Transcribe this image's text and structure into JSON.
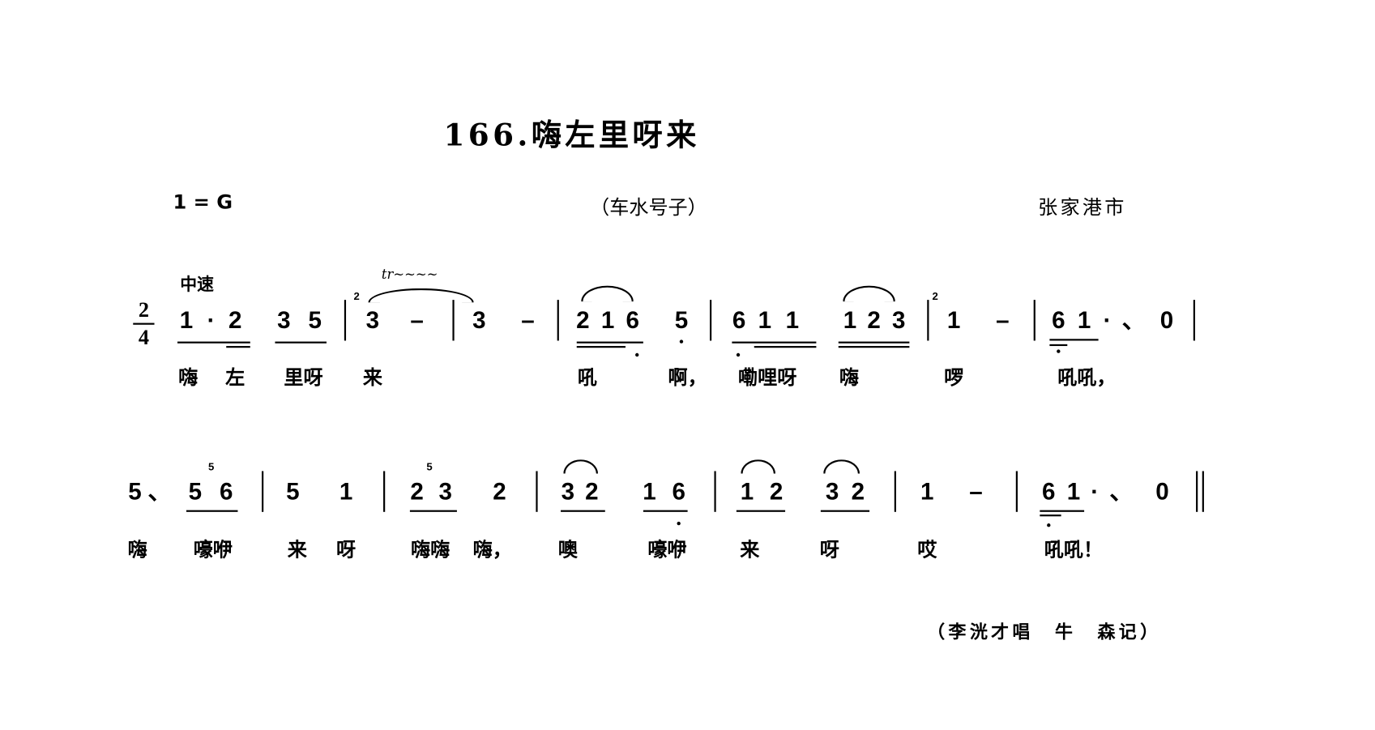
{
  "title": "166.嗨左里呀来",
  "key": "1 = G",
  "genre": "（车水号子）",
  "region": "张家港市",
  "tempo": "中速",
  "time_signature": {
    "top": "2",
    "bottom": "4"
  },
  "trill": "tr~~~~",
  "row1": {
    "notes": [
      "1",
      "·",
      "2",
      "3",
      "5",
      "3",
      "–",
      "3",
      "–",
      "2",
      "1",
      "6",
      "5",
      "6",
      "1",
      "1",
      "1",
      "2",
      "3",
      "1",
      "–",
      "6",
      "1",
      "·",
      "、",
      "0"
    ],
    "grace": [
      "2",
      "2"
    ],
    "lyrics": [
      "嗨",
      "左",
      "里呀",
      "来",
      "吼",
      "啊，",
      "嘞哩呀",
      "嗨",
      "啰",
      "吼吼，"
    ]
  },
  "row2": {
    "notes": [
      "5",
      "、",
      "5",
      "6",
      "5",
      "1",
      "2",
      "3",
      "2",
      "3",
      "2",
      "1",
      "6",
      "1",
      "2",
      "3",
      "2",
      "1",
      "–",
      "6",
      "1",
      "·",
      "、",
      "0"
    ],
    "grace": [
      "5",
      "5"
    ],
    "lyrics": [
      "嗨",
      "嚎咿",
      "来",
      "呀",
      "嗨嗨",
      "嗨，",
      "噢",
      "嚎咿",
      "来",
      "呀",
      "哎",
      "吼吼！"
    ]
  },
  "credit": "（李洸才唱　牛　森记）"
}
